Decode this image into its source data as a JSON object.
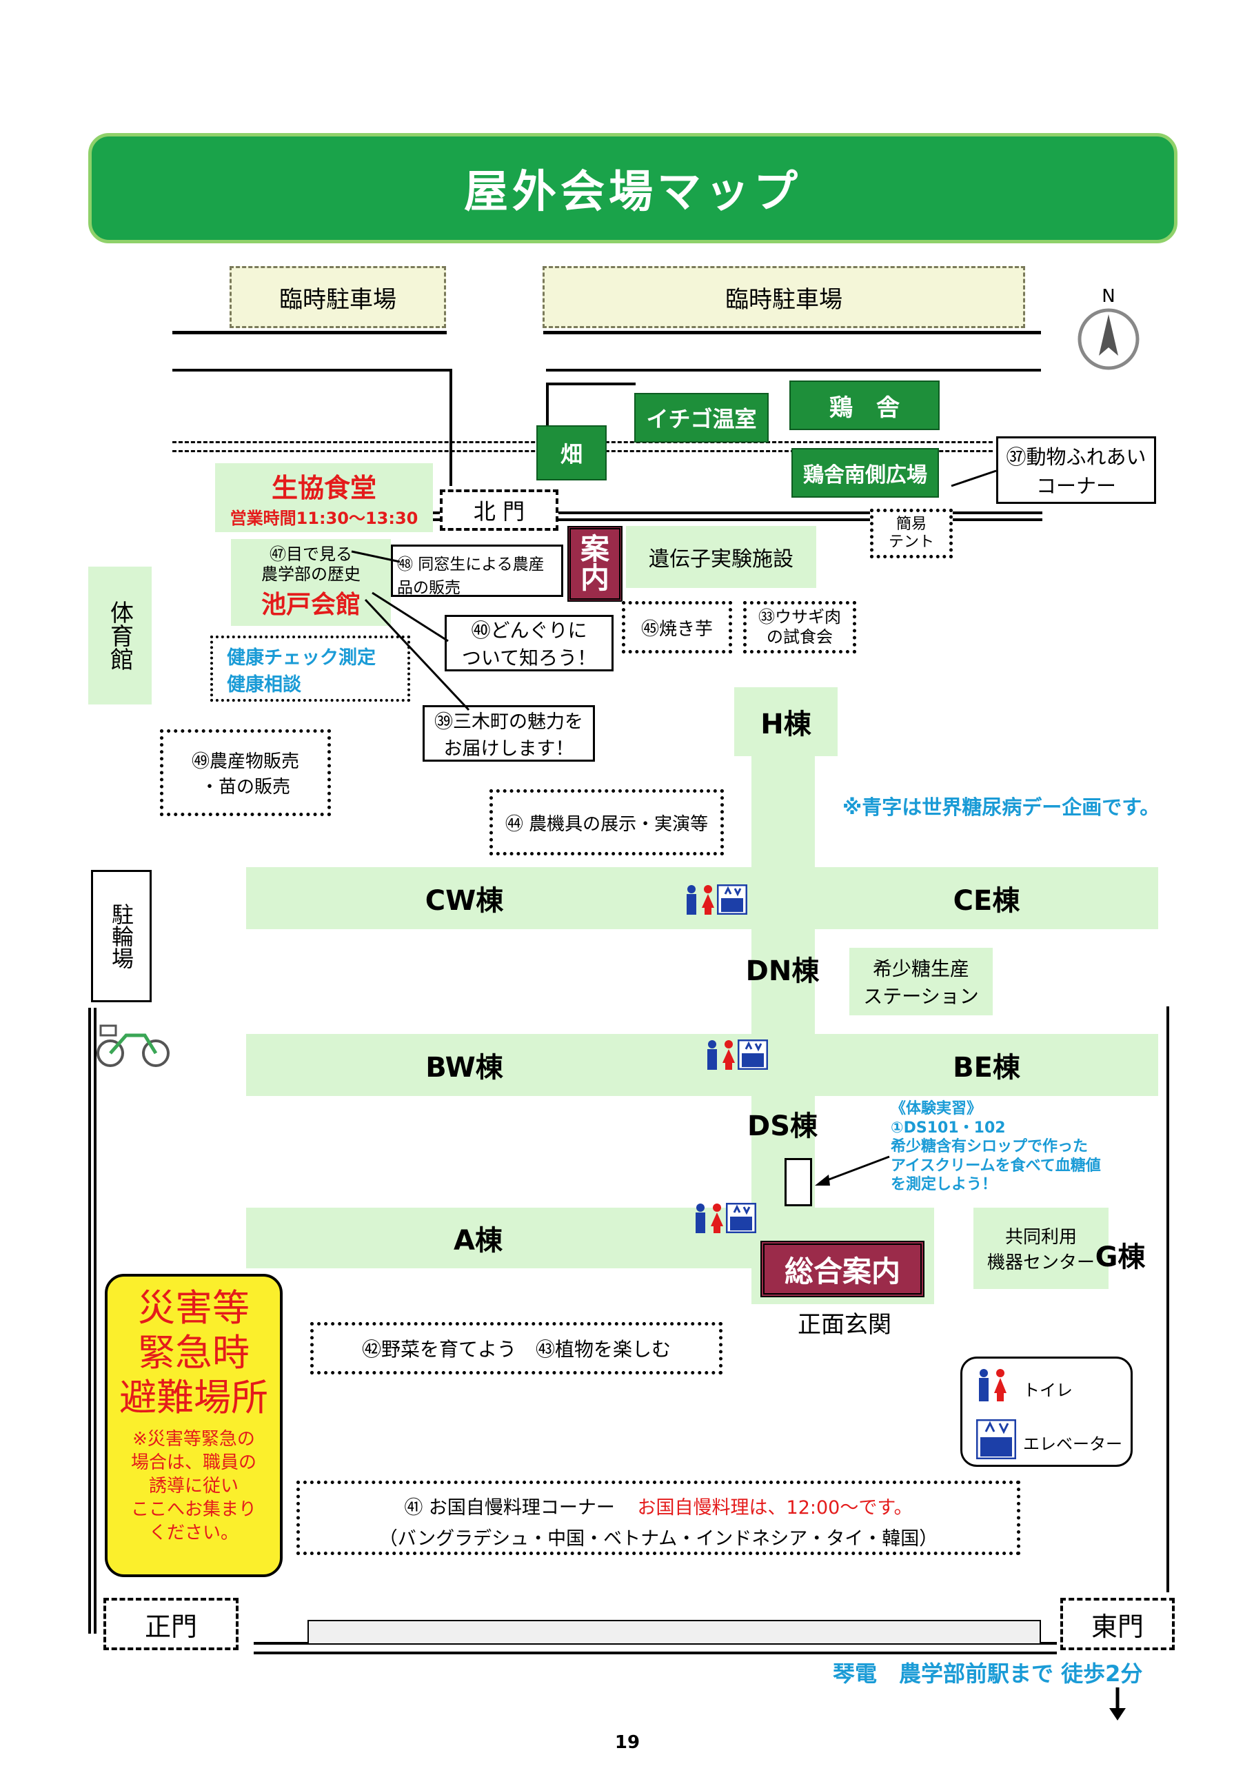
{
  "title": "屋外会場マップ",
  "parking": {
    "left": "臨時駐車場",
    "right": "臨時駐車場"
  },
  "compass": "N",
  "gates": {
    "north": "北 門",
    "main": "正門",
    "east": "東門"
  },
  "structures": {
    "strawberry": "イチゴ温室",
    "chicken": "鶏　舎",
    "field": "畑",
    "chicken_plaza": "鶏舎南側広場",
    "gene_lab": "遺伝子実験施設",
    "gym": "体育館",
    "bike_parking": "駐輪場",
    "simple_tent": "簡易\nテント"
  },
  "cafeteria": {
    "name": "生協食堂",
    "hours": "営業時間11:30〜13:30"
  },
  "ikedo": {
    "exhibit": "㊼目で見る\n農学部の歴史",
    "name": "池戸会館"
  },
  "info_small": {
    "label": "案\n内"
  },
  "events": {
    "e37": "㊲動物ふれあい\nコーナー",
    "e48": "㊽ 同窓生による農産\n品の販売",
    "e40": "㊵どんぐりに\nついて知ろう！",
    "e45": "㊺焼き芋",
    "e33": "㉝ウサギ肉\nの試食会",
    "e39": "㊴三木町の魅力を\nお届けします！",
    "e49": "㊾農産物販売\n・苗の販売",
    "e44": "㊹ 農機具の展示・実演等",
    "e42": "㊷野菜を育てよう　㊸植物を楽しむ",
    "e41_a": "㊶ お国自慢料理コーナー",
    "e41_b": "お国自慢料理は、12:00〜です。",
    "e41_c": "（バングラデシュ・中国・ベトナム・インドネシア・タイ・韓国）"
  },
  "health": "健康チェック測定\n健康相談",
  "blue_note": "※青字は世界糖尿病デー企画です。",
  "buildings": {
    "h": "H棟",
    "cw": "CW棟",
    "ce": "CE棟",
    "dn": "DN棟",
    "bw": "BW棟",
    "be": "BE棟",
    "ds": "DS棟",
    "a": "A棟",
    "g": "G棟"
  },
  "rare_sugar": "希少糖生産\nステーション",
  "joint_center": "共同利用\n機器センター",
  "experience": "《体験実習》\n①DS101・102\n希少糖含有シロップで作った\nアイスクリームを食べて血糖値\nを測定しよう！",
  "general_info": "総合案内",
  "front_entrance": "正面玄関",
  "disaster": {
    "title": "災害等\n緊急時\n避難場所",
    "note": "※災害等緊急の\n場合は、職員の\n誘導に従い\nここへお集まり\nください。"
  },
  "legend": {
    "toilet": "トイレ",
    "elevator": "エレベーター"
  },
  "station": "琴電　農学部前駅まで 徒歩2分",
  "page_number": "19"
}
